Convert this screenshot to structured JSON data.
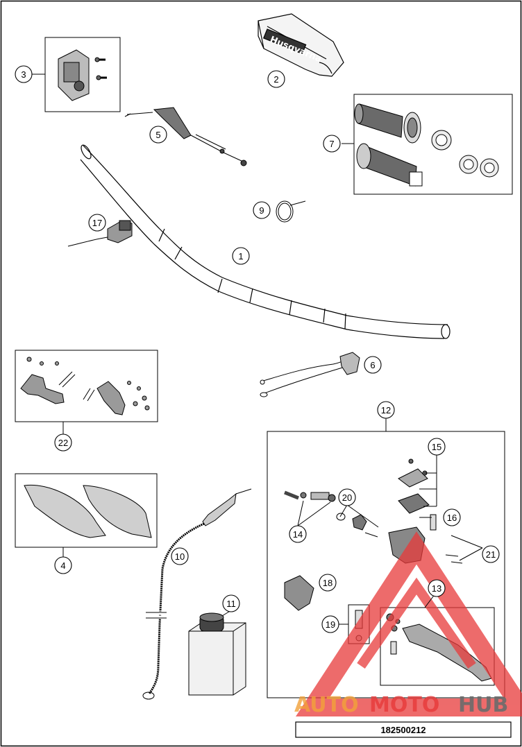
{
  "document_number": "182500212",
  "callouts": {
    "c1": "1",
    "c2": "2",
    "c3": "3",
    "c4": "4",
    "c5": "5",
    "c6": "6",
    "c7": "7",
    "c9": "9",
    "c10": "10",
    "c11": "11",
    "c12": "12",
    "c13": "13",
    "c14": "14",
    "c15": "15",
    "c16": "16",
    "c17": "17",
    "c18": "18",
    "c19": "19",
    "c20": "20",
    "c21": "21",
    "c22": "22"
  },
  "pad_brand": "Husqvarna",
  "watermark": {
    "part1": "AUTO",
    "part2": "MOTO",
    "part3": "HUB"
  },
  "colors": {
    "watermark_red": "#e83a3a",
    "watermark_orange": "#f2a23a",
    "watermark_grey": "#6b6b6b",
    "line": "#000000"
  }
}
